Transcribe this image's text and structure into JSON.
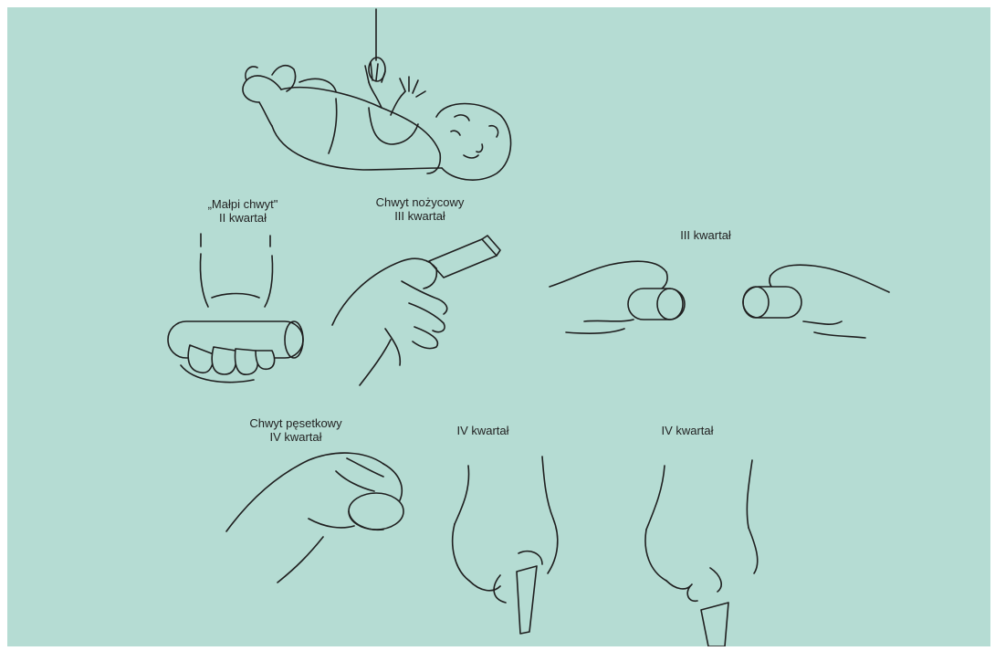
{
  "background_color": "#b5dcd3",
  "line_color": "#1f1f1f",
  "labels": {
    "monkey_grip": {
      "line1": "„Małpi chwyt\"",
      "line2": "II kwartał"
    },
    "scissor_grip": {
      "line1": "Chwyt nożycowy",
      "line2": "III kwartał"
    },
    "q3_roll": "III kwartał",
    "tweezer_grip": {
      "line1": "Chwyt pęsetkowy",
      "line2": "IV kwartał"
    },
    "q4_block_a": "IV kwartał",
    "q4_block_b": "IV kwartał"
  },
  "figures": [
    "infant-lying-reaching-for-ring",
    "hand-holding-bar-palmar-grasp",
    "hand-holding-block-scissor-grasp",
    "hand-grasping-cylinder-left",
    "hand-grasping-cylinder-right",
    "hand-holding-disc-tweezer-grasp",
    "hand-pinching-wedge-a",
    "hand-pinching-wedge-b"
  ]
}
